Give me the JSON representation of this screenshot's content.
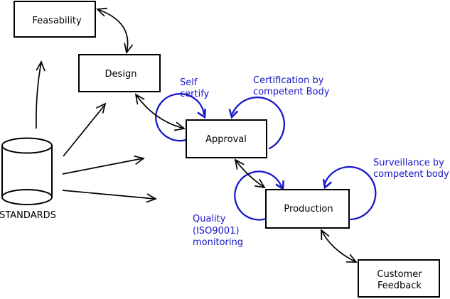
{
  "diagram": {
    "colors": {
      "annotation": "#1717c9",
      "line": "#000000",
      "node_fill": "#ffffff",
      "node_border": "#000000",
      "background": "#ffffff"
    },
    "nodes": {
      "feasability": {
        "label": "Feasability"
      },
      "design": {
        "label": "Design"
      },
      "approval": {
        "label": "Approval"
      },
      "production": {
        "label": "Production"
      },
      "customer_feedback": {
        "lines": [
          "Customer",
          "Feedback"
        ]
      },
      "standards": {
        "label": "STANDARDS"
      }
    },
    "annotations": {
      "self_certify": {
        "lines": [
          "Self",
          "certify"
        ]
      },
      "certification": {
        "lines": [
          "Certification by",
          "competent Body"
        ]
      },
      "surveillance": {
        "lines": [
          "Surveillance by",
          "competent body"
        ]
      },
      "quality": {
        "lines": [
          "Quality",
          "(ISO9001)",
          "monitoring"
        ]
      }
    }
  }
}
